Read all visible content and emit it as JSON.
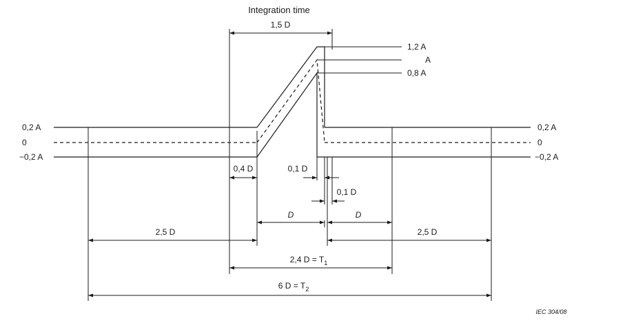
{
  "title": "Integration time",
  "level_labels": {
    "plus_02_left": "0,2 A",
    "zero_left": "0",
    "minus_02_left": "−0,2 A",
    "plus_02_right": "0,2 A",
    "zero_right": "0",
    "minus_02_right": "−0,2 A",
    "peak_12": "1,2 A",
    "peak_1": "A",
    "peak_08": "0,8 A"
  },
  "dimensions": {
    "integration": "1,5 D",
    "rise_tol": "0,4 D",
    "fall_tol_1": "0,1 D",
    "fall_tol_2": "0,1 D",
    "d_left": "D",
    "d_right": "D",
    "left_25": "2,5 D",
    "right_25": "2,5 D",
    "t1": "2,4 D = T",
    "t1_sub": "1",
    "t2": "6 D = T",
    "t2_sub": "2"
  },
  "credit": "IEC  304/08"
}
